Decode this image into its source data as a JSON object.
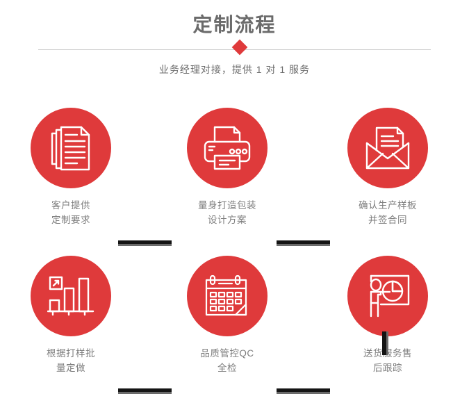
{
  "header": {
    "title": "定制流程",
    "subtitle": "业务经理对接，提供 1 对 1 服务",
    "divider_icon": "diamond-icon",
    "accent_color": "#df3a3b",
    "title_color": "#6b6b6b",
    "divider_color": "#cccccc"
  },
  "steps": [
    {
      "index": "1",
      "icon": "documents-stack-icon",
      "label": "客户提供\n定制要求"
    },
    {
      "index": "2",
      "icon": "printer-icon",
      "label": "量身打造包装\n设计方案"
    },
    {
      "index": "3",
      "icon": "envelope-document-icon",
      "label": "确认生产样板\n并签合同"
    },
    {
      "index": "4",
      "icon": "bar-chart-growth-icon",
      "label": "根据打样批\n量定做"
    },
    {
      "index": "5",
      "icon": "calendar-icon",
      "label": "品质管控QC\n全检"
    },
    {
      "index": "6",
      "icon": "presenter-pie-chart-icon",
      "label": "送货服务售\n后跟踪"
    }
  ],
  "connectors": {
    "color_main": "#141414",
    "color_shadow": "#6a6a6a",
    "count_horizontal": 4,
    "count_vertical": 1
  }
}
